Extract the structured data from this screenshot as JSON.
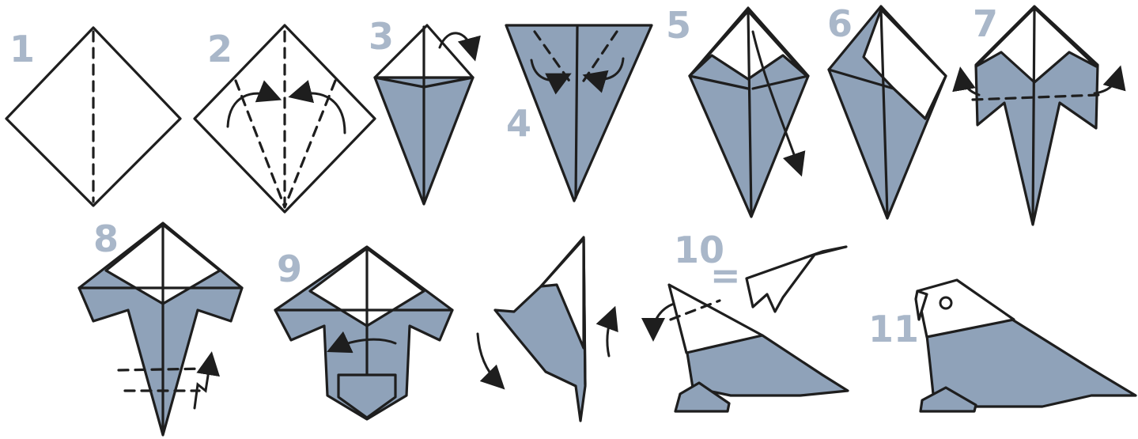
{
  "steps": [
    {
      "id": 1,
      "label": "1"
    },
    {
      "id": 2,
      "label": "2"
    },
    {
      "id": 3,
      "label": "3"
    },
    {
      "id": 4,
      "label": "4"
    },
    {
      "id": 5,
      "label": "5"
    },
    {
      "id": 6,
      "label": "6"
    },
    {
      "id": 7,
      "label": "7"
    },
    {
      "id": 8,
      "label": "8"
    },
    {
      "id": 9,
      "label": "9"
    },
    {
      "id": 10,
      "label": "10"
    },
    {
      "id": 11,
      "label": "11"
    }
  ],
  "equals_sign": "=",
  "colors": {
    "paper_front": "#8fa2b9",
    "paper_back": "#ffffff",
    "line": "#1e1e1e",
    "step_number": "#a9b7c9"
  }
}
